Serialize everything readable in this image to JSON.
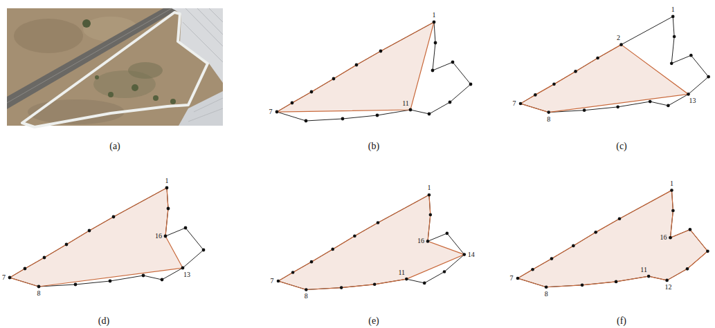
{
  "diagram": {
    "labels": [
      "1",
      "7",
      "11",
      "1",
      "2",
      "7",
      "8",
      "13",
      "(a)",
      "(b)",
      "(c)",
      "1",
      "16",
      "7",
      "8",
      "13",
      "1",
      "16",
      "14",
      "7",
      "8",
      "11",
      "1",
      "16",
      "7",
      "8",
      "11",
      "12",
      "(d)",
      "(e)",
      "(f)"
    ]
  }
}
